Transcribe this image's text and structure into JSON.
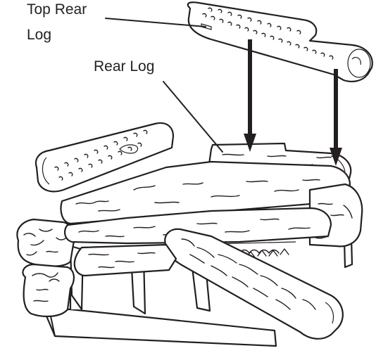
{
  "labels": {
    "top_rear_log_line1": "Top Rear",
    "top_rear_log_line2": "Log",
    "rear_log": "Rear Log"
  },
  "colors": {
    "ink": "#231f20",
    "background": "#ffffff"
  }
}
